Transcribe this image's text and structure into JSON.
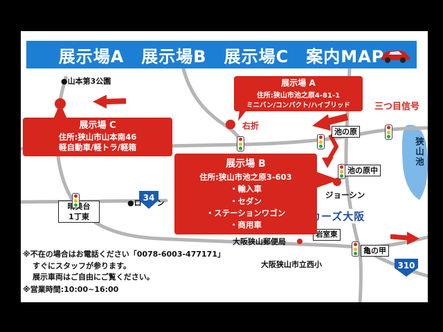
{
  "header": {
    "title": "展示場A　展示場B　展示場C　案内MAP"
  },
  "callout_a": {
    "title": "展示場 A",
    "address": "住所:狭山市池之原4-81-1",
    "vehicles": "ミニバン/コンパクト/ハイブリッド"
  },
  "callout_b": {
    "title": "展示場 B",
    "address": "住所:狭山市池之原3-603",
    "items": [
      "・輸入車",
      "・セダン",
      "・ステーションワゴン",
      "・商用車"
    ]
  },
  "callout_c": {
    "title": "展示場 C",
    "address": "住所:狭山市山本南46",
    "vehicles": "軽自動車/軽トラ/軽箱"
  },
  "labels": {
    "park": "●山本第3公園",
    "turn_right": "右折",
    "third_signal": "三つ目信号",
    "ikenohara": "池の原",
    "ikenohara_naka": "池の原中",
    "sayama_ike": "狭山池",
    "joshin": "ジョーシン",
    "cars_osaka": "カーズ大阪",
    "iwamuro_higashi": "岩室東",
    "post_office": "大阪狭山郵便局",
    "kame_no_ko": "亀の甲",
    "nishi_elementary": "大阪狭山市立西小",
    "harumidai_line1": "晴美台",
    "harumidai_line2": "1丁東",
    "lawson": "●ローソン",
    "route_34": "34",
    "route_310": "310"
  },
  "notes": {
    "line1": "※不在の場合はお電話ください「0078-6003-477171」",
    "line2": "すぐにスタッフが参ります。",
    "line3": "展示車両はご自由にご覧ください。",
    "line4": "※営業時間:10:00~16:00"
  },
  "colors": {
    "header_blue": "#1d7fd4",
    "accent_red": "#d6261d",
    "route_sign_blue": "#1a5cb0",
    "lake_blue": "#7db9e8",
    "cars_osaka_blue": "#1d4f9e",
    "road_gray": "#b5b5b5"
  }
}
